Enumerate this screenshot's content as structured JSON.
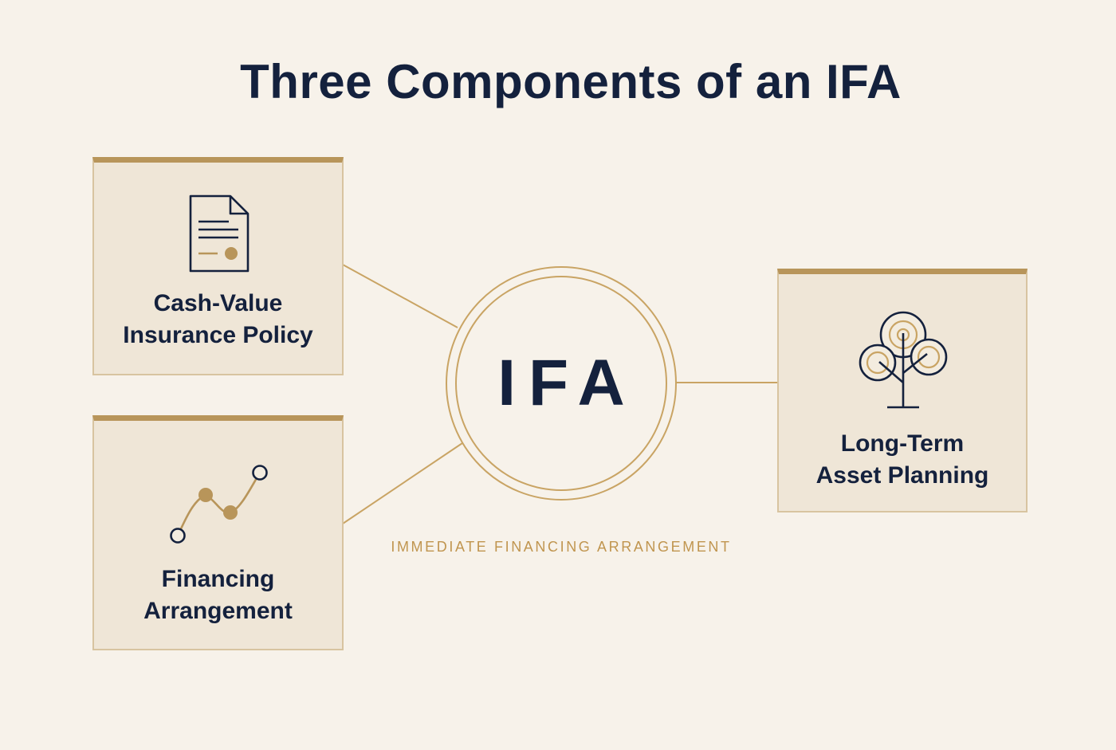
{
  "title": "Three Components of an IFA",
  "hub": {
    "label": "IFA",
    "caption": "IMMEDIATE FINANCING ARRANGEMENT"
  },
  "components": [
    {
      "icon": "document-icon",
      "label_line1": "Cash-Value",
      "label_line2": "Insurance Policy"
    },
    {
      "icon": "chart-line-icon",
      "label_line1": "Financing",
      "label_line2": "Arrangement"
    },
    {
      "icon": "tree-icon",
      "label_line1": "Long-Term",
      "label_line2": "Asset Planning"
    }
  ],
  "colors": {
    "background": "#f7f2ea",
    "card_fill": "#efe6d7",
    "gold_accent": "#b8955a",
    "navy_text": "#14213d"
  }
}
